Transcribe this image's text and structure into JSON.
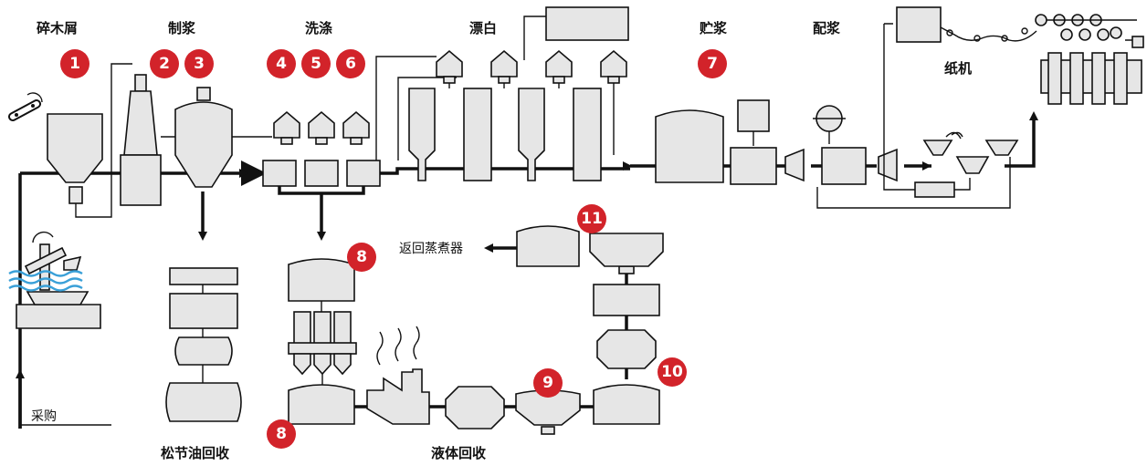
{
  "sections": {
    "wood_chips": "碎木屑",
    "pulping": "制浆",
    "washing": "洗涤",
    "bleaching": "漂白",
    "storage": "贮浆",
    "stock_prep": "配浆",
    "paper_machine": "纸机",
    "tall_oil": "松节油回收",
    "liquor": "液体回收"
  },
  "texts": {
    "purchase": "采购",
    "return_digester": "返回蒸煮器"
  },
  "badges": [
    "1",
    "2",
    "3",
    "4",
    "5",
    "6",
    "7",
    "8",
    "8",
    "9",
    "10",
    "11"
  ],
  "colors": {
    "accent": "#d2232a",
    "equipment": "#e6e6e6",
    "line": "#111111",
    "water": "#3aa0d8"
  }
}
